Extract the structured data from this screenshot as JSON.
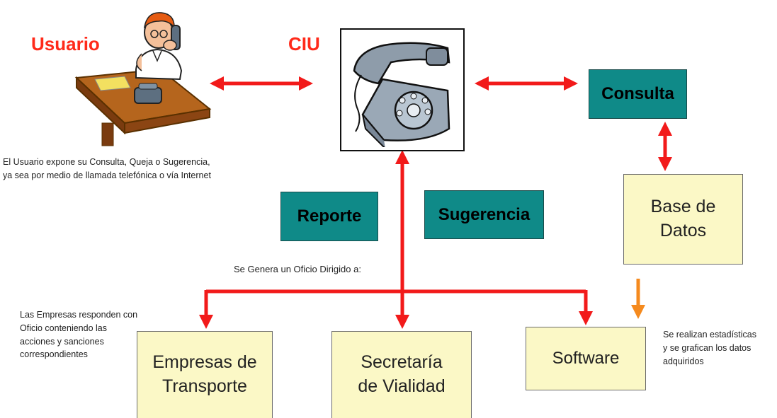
{
  "labels": {
    "usuario": "Usuario",
    "ciu": "CIU"
  },
  "boxes": {
    "consulta": "Consulta",
    "reporte": "Reporte",
    "sugerencia": "Sugerencia",
    "base_datos": "Base de\nDatos",
    "empresas": "Empresas de\nTransporte",
    "secretaria": "Secretaría\nde Vialidad",
    "software": "Software"
  },
  "notes": {
    "usuario_note": "El Usuario expone su Consulta, Queja o Sugerencia,\nya sea por medio de llamada telefónica o vía Internet",
    "oficio": "Se Genera un Oficio Dirigido a:",
    "empresas_note": "Las Empresas responden con\nOficio conteniendo las\nacciones y sanciones\ncorrespondientes",
    "software_note": "Se realizan estadísticas\ny se grafican los datos\nadquiridos"
  },
  "icons": {
    "user": "person-on-phone-icon",
    "phone": "telephone-icon"
  },
  "colors": {
    "arrow_red": "#f21a1a",
    "arrow_orange": "#f58a1e",
    "label_red": "#ff2a1a",
    "teal_box": "#0f8a88",
    "cream_box": "#fbf8c6"
  }
}
